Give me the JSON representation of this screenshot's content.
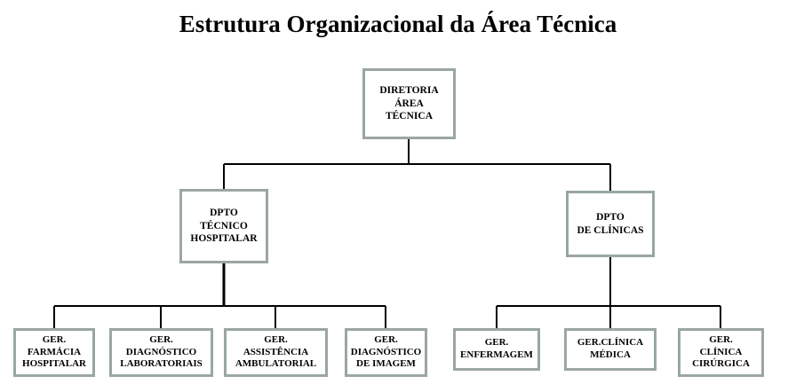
{
  "title": "Estrutura Organizacional da Área Técnica",
  "colors": {
    "box_border": "#9aa6a4",
    "connector_line": "#000000",
    "text": "#000000",
    "background": "#ffffff"
  },
  "org": {
    "root": {
      "label": "DIRETORIA\nÁREA\nTÉCNICA"
    },
    "departments": [
      {
        "label": "DPTO\nTÉCNICO\nHOSPITALAR"
      },
      {
        "label": "DPTO\nDE CLÍNICAS"
      }
    ],
    "left_children": [
      {
        "label": "GER.\nFARMÁCIA\nHOSPITALAR"
      },
      {
        "label": "GER.\nDIAGNÓSTICO\nLABORATORIAIS"
      },
      {
        "label": "GER.\nASSISTÊNCIA\nAMBULATORIAL"
      },
      {
        "label": "GER.\nDIAGNÓSTICO\nDE IMAGEM"
      }
    ],
    "right_children": [
      {
        "label": "GER.\nENFERMAGEM"
      },
      {
        "label": "GER.CLÍNICA\nMÉDICA"
      },
      {
        "label": "GER.\nCLÍNICA\nCIRÚRGICA"
      }
    ]
  }
}
